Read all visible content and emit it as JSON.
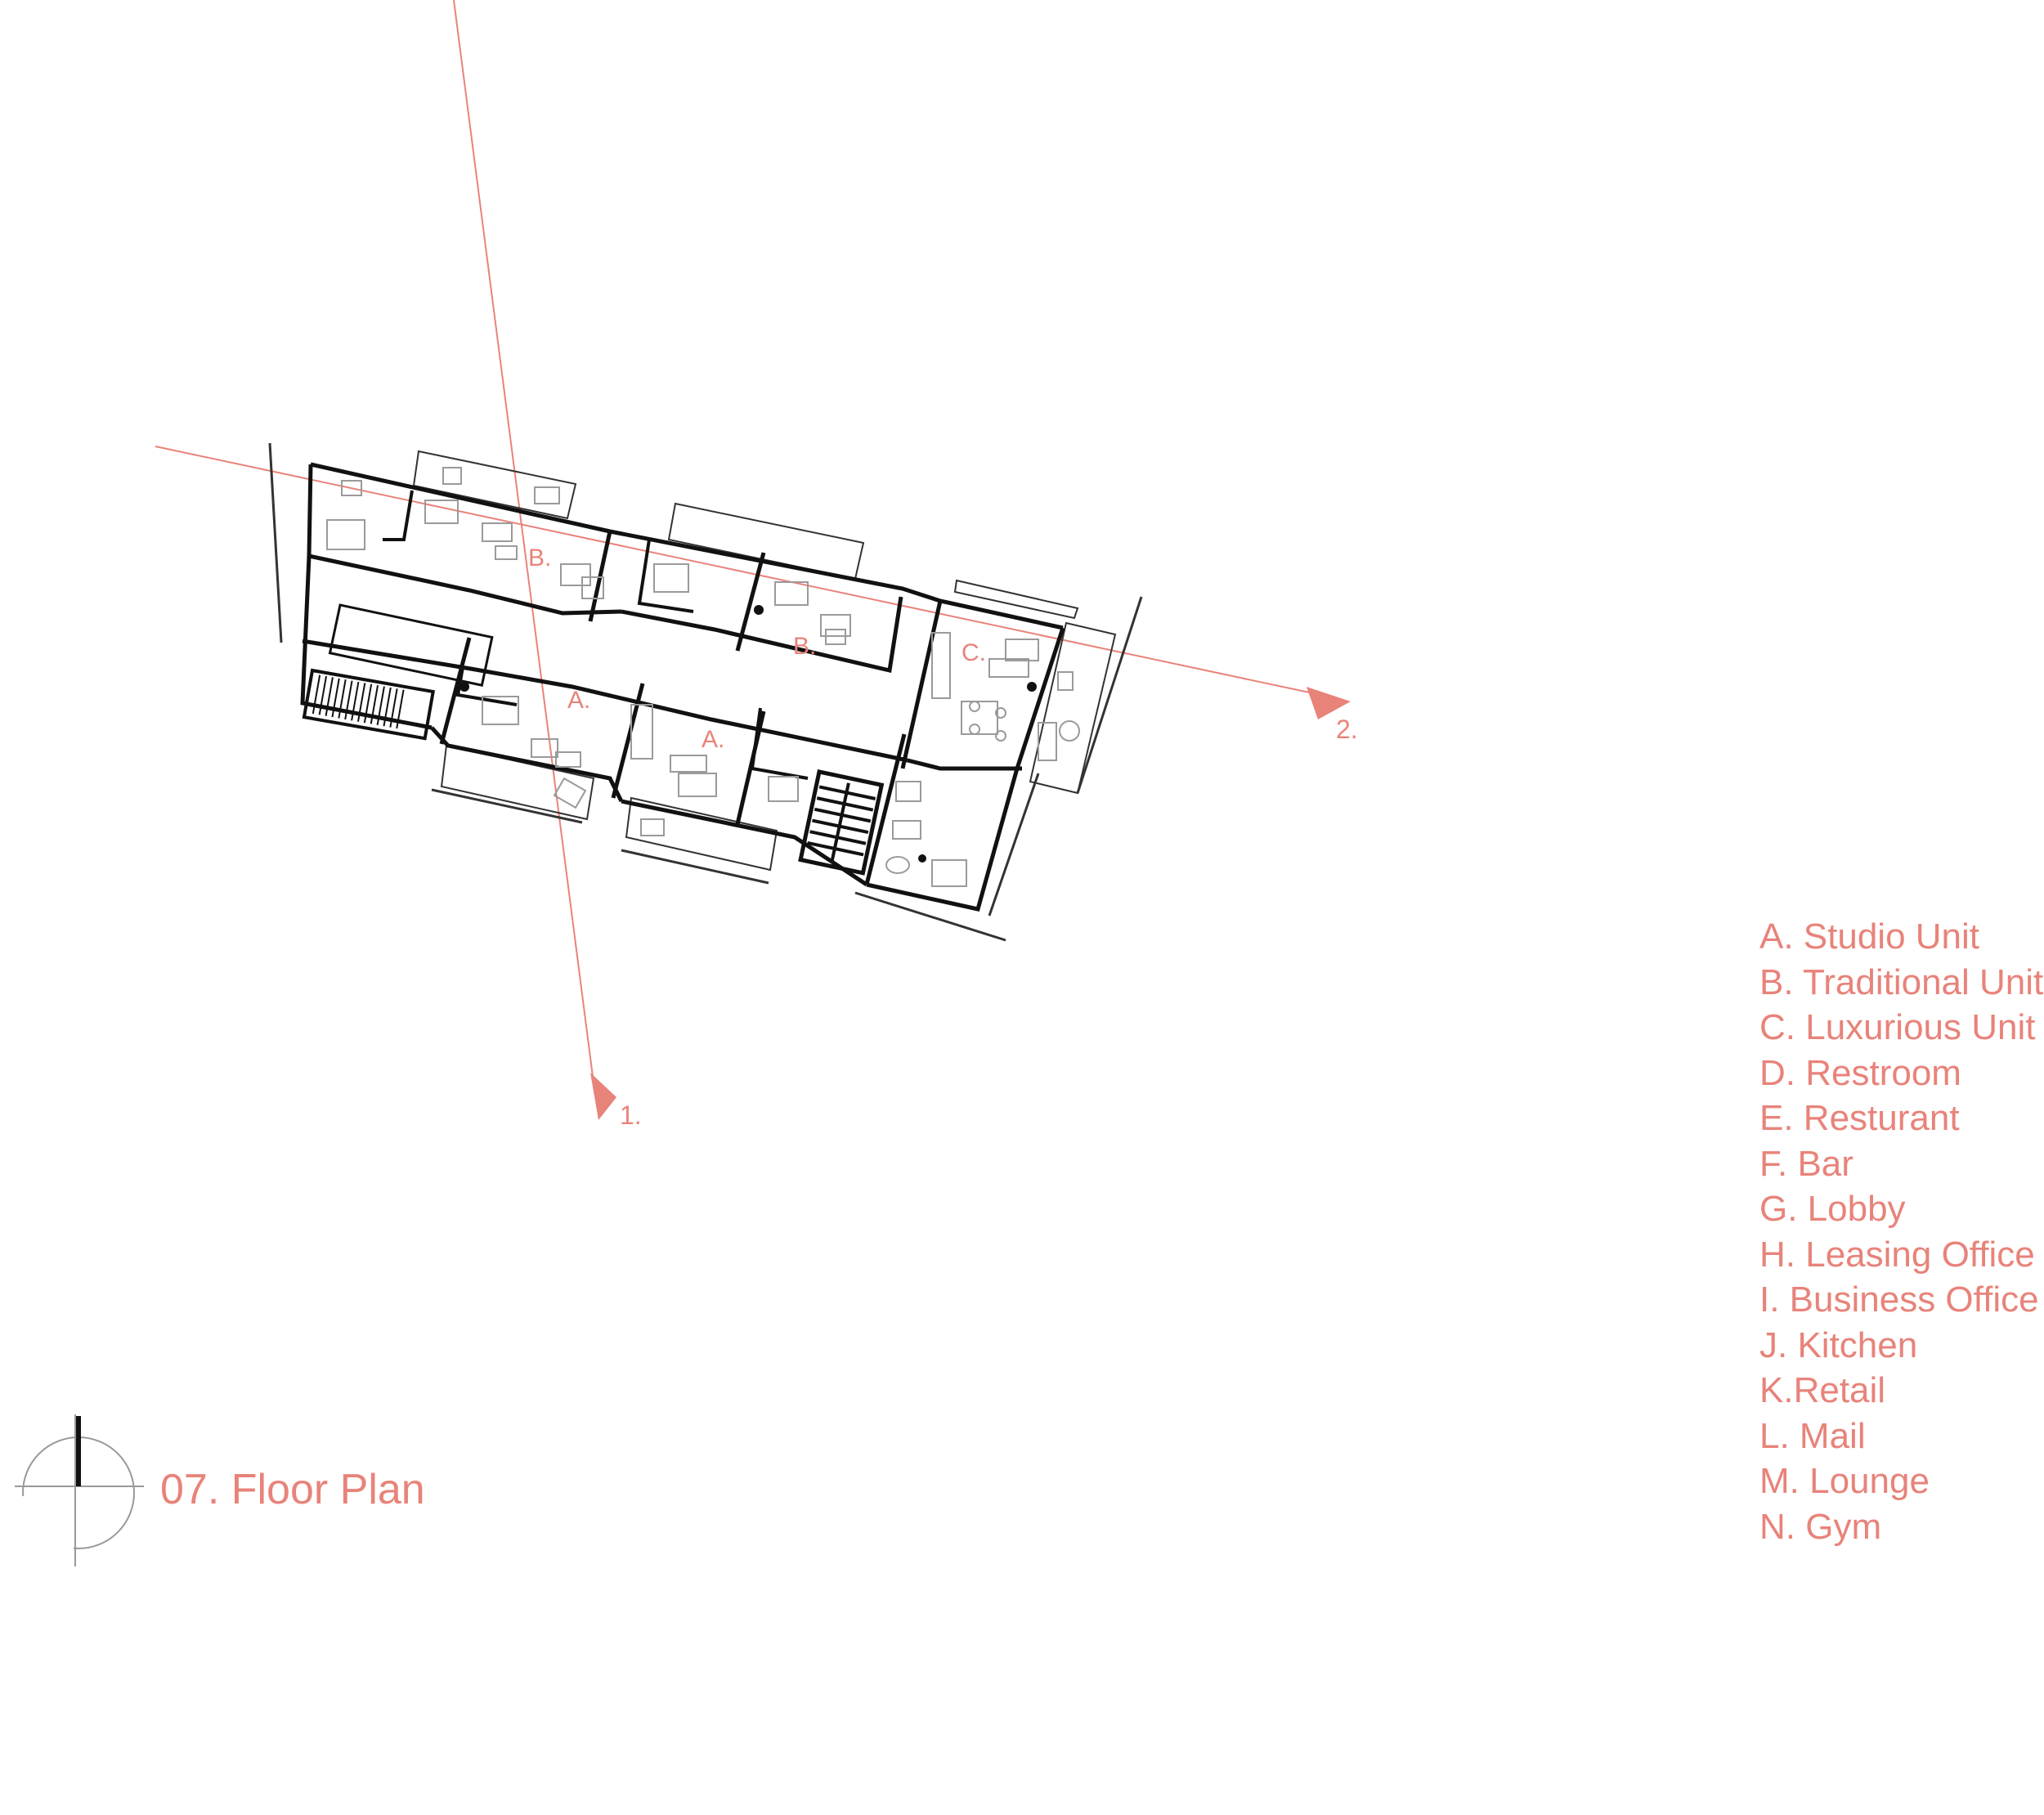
{
  "colors": {
    "accent": "#e8837a",
    "walls": "#111111",
    "fixtures": "#9a9a9a",
    "background": "#ffffff"
  },
  "plan": {
    "room_labels": [
      "B.",
      "B.",
      "C.",
      "A.",
      "A."
    ],
    "section_marks": [
      "1.",
      "2."
    ]
  },
  "legend": [
    "A. Studio Unit",
    "B. Traditional Unit",
    "C. Luxurious Unit",
    "D. Restroom",
    "E. Resturant",
    "F. Bar",
    "G. Lobby",
    "H. Leasing Office",
    "I. Business Office",
    "J. Kitchen",
    "K.Retail",
    "L. Mail",
    "M. Lounge",
    "N. Gym"
  ],
  "title": "07. Floor Plan",
  "icons": {
    "north_arrow": "north-arrow-icon"
  }
}
